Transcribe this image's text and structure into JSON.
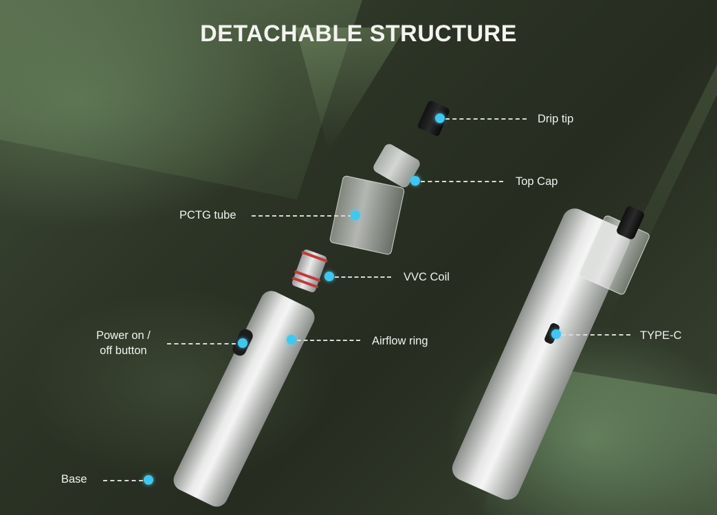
{
  "title": "DETACHABLE STRUCTURE",
  "colors": {
    "background": "#2a3023",
    "text": "#f2f2ef",
    "dot": "#3fc8ef",
    "leader": "#d9dcd6",
    "coil_ring": "#c23a3a"
  },
  "callouts": [
    {
      "id": "drip-tip",
      "label": "Drip tip"
    },
    {
      "id": "top-cap",
      "label": "Top Cap"
    },
    {
      "id": "pctg-tube",
      "label": "PCTG tube"
    },
    {
      "id": "vvc-coil",
      "label": "VVC Coil"
    },
    {
      "id": "power-button",
      "label": "Power on /\noff button",
      "lines": [
        "Power on /",
        "off button"
      ]
    },
    {
      "id": "airflow-ring",
      "label": "Airflow ring"
    },
    {
      "id": "type-c",
      "label": "TYPE-C"
    },
    {
      "id": "base",
      "label": "Base"
    }
  ]
}
